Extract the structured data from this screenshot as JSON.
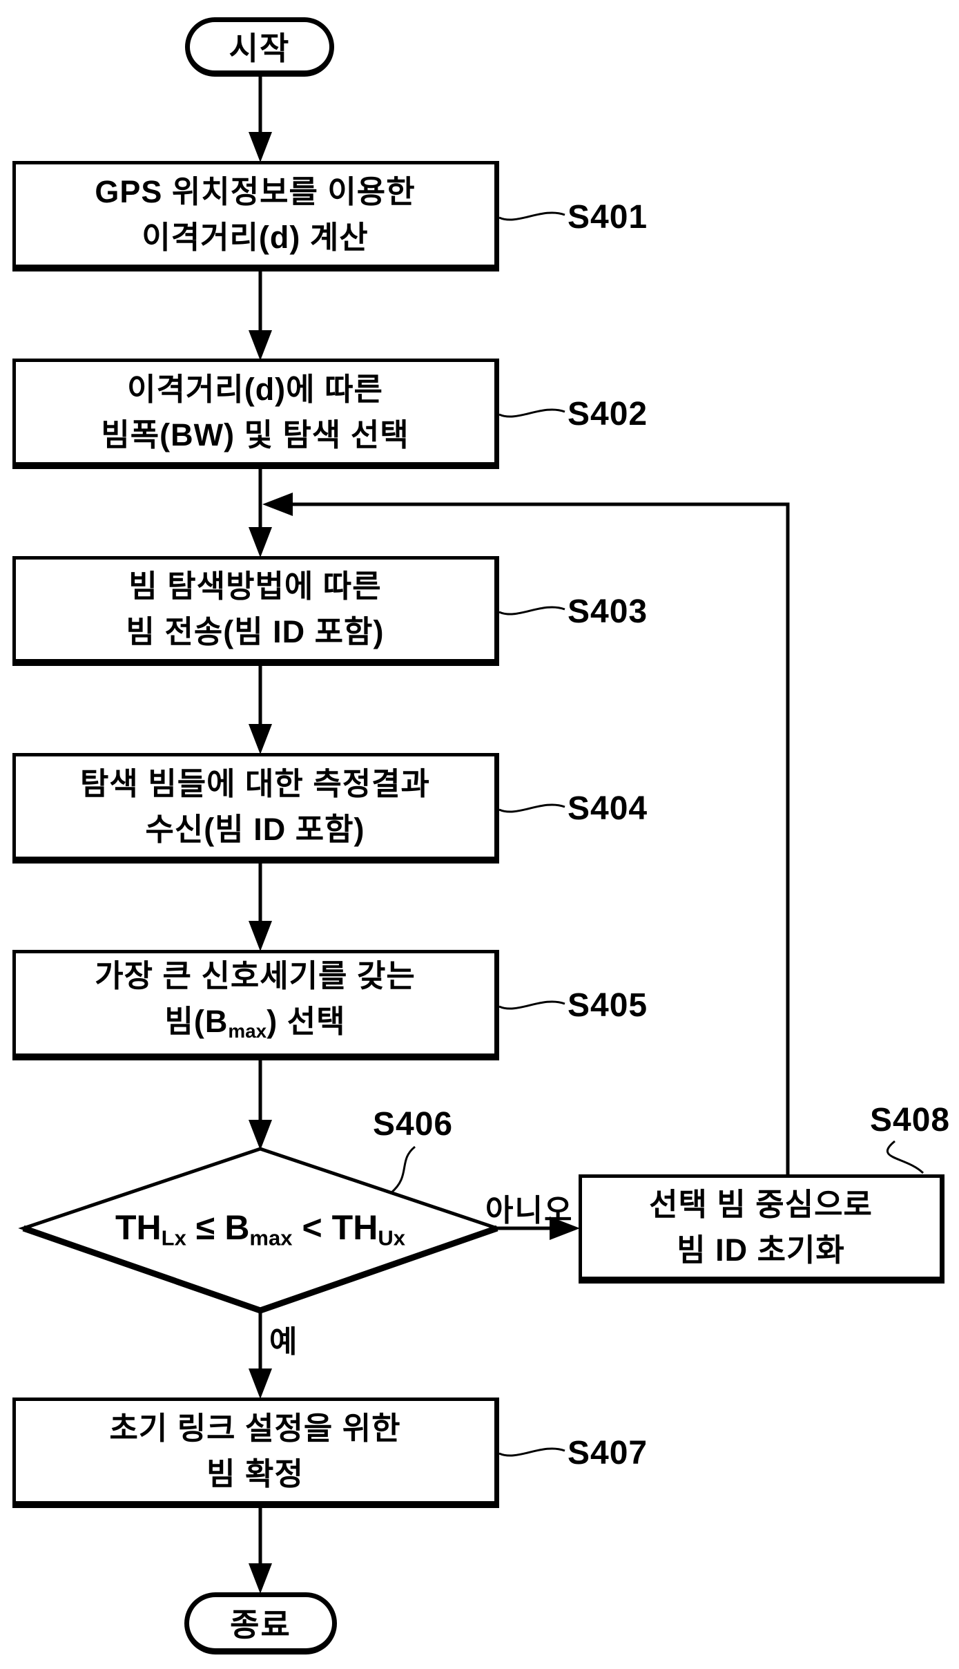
{
  "page": {
    "background": "#ffffff",
    "line_color": "#000000"
  },
  "flow": {
    "start_label": "시작",
    "end_label": "종료",
    "yes_label": "예",
    "no_label": "아니오",
    "s401": {
      "tag": "S401",
      "line1": "GPS 위치정보를 이용한",
      "line2": "이격거리(d) 계산"
    },
    "s402": {
      "tag": "S402",
      "line1": "이격거리(d)에 따른",
      "line2": "빔폭(BW) 및 탐색 선택"
    },
    "s403": {
      "tag": "S403",
      "line1": "빔 탐색방법에 따른",
      "line2": "빔 전송(빔 ID 포함)"
    },
    "s404": {
      "tag": "S404",
      "line1": "탐색 빔들에 대한 측정결과",
      "line2": "수신(빔 ID 포함)"
    },
    "s405": {
      "tag": "S405",
      "line1": "가장 큰 신호세기를 갖는",
      "line2_pre": "빔(B",
      "line2_sub": "max",
      "line2_post": ") 선택"
    },
    "s406": {
      "tag": "S406",
      "lhs": "TH",
      "lhs_sub": "Lx",
      "op1": "≤",
      "mid": "B",
      "mid_sub": "max",
      "op2": "<",
      "rhs": "TH",
      "rhs_sub": "Ux"
    },
    "s407": {
      "tag": "S407",
      "line1": "초기 링크 설정을 위한",
      "line2": "빔 확정"
    },
    "s408": {
      "tag": "S408",
      "line1": "선택 빔 중심으로",
      "line2": "빔 ID 초기화"
    }
  }
}
